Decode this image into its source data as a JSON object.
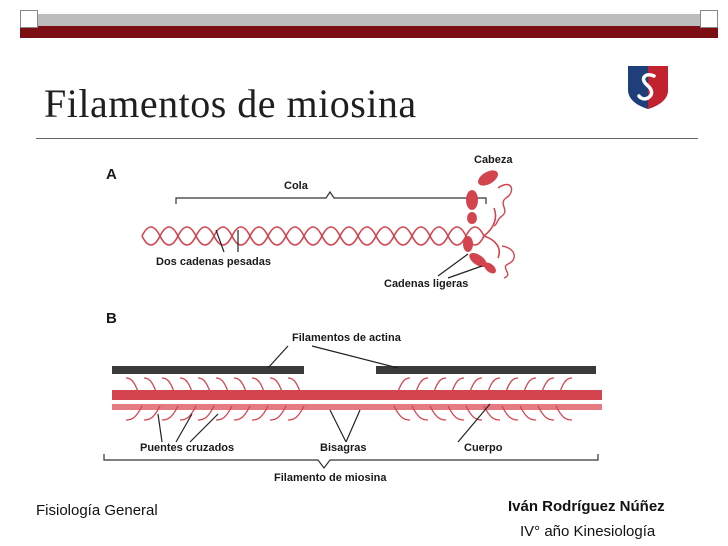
{
  "slide": {
    "title": "Filamentos de miosina",
    "footer_left": "Fisiología General",
    "author": "Iván Rodríguez Núñez",
    "course": "IV° año Kinesiología"
  },
  "figure": {
    "panel_a": {
      "letter": "A",
      "labels": {
        "cabeza": "Cabeza",
        "cola": "Cola",
        "dos_cadenas": "Dos cadenas pesadas",
        "cadenas_ligeras": "Cadenas ligeras"
      }
    },
    "panel_b": {
      "letter": "B",
      "labels": {
        "filamentos_actina": "Filamentos de actina",
        "puentes": "Puentes cruzados",
        "bisagras": "Bisagras",
        "cuerpo": "Cuerpo",
        "filamento_miosina": "Filamento de miosina"
      }
    }
  },
  "colors": {
    "bar_red": "#7b0f14",
    "bar_grey": "#bdbdbd",
    "myosin": "#d4444f",
    "actin": "#3a3a3a",
    "logo_blue": "#1e3f7a",
    "logo_red": "#c2212e"
  }
}
